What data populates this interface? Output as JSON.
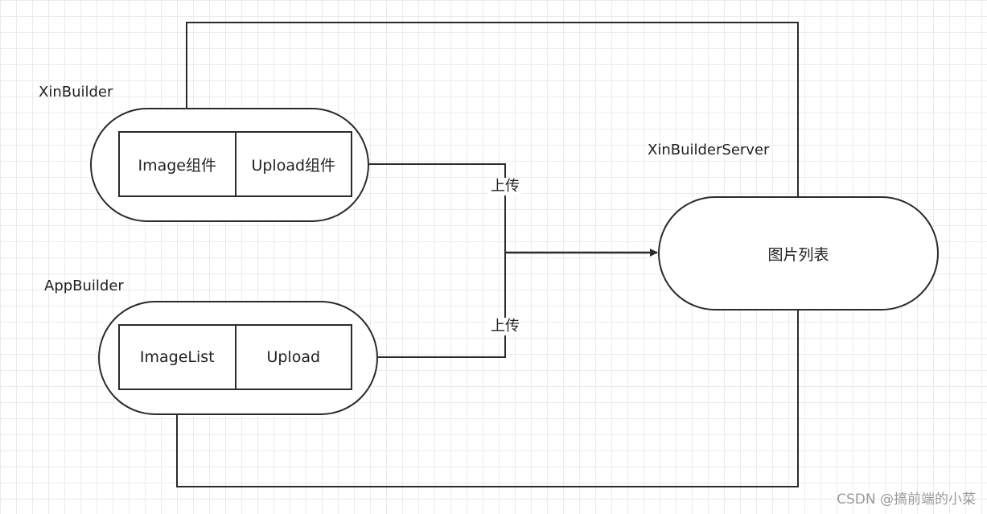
{
  "groups": {
    "xinbuilder": {
      "title": "XinBuilder",
      "left_cell": "Image组件",
      "right_cell": "Upload组件"
    },
    "appbuilder": {
      "title": "AppBuilder",
      "left_cell": "ImageList",
      "right_cell": "Upload"
    }
  },
  "server": {
    "title": "XinBuilderServer",
    "node_label": "图片列表"
  },
  "edges": {
    "upload_top_label": "上传",
    "upload_bottom_label": "上传"
  },
  "watermark": "CSDN @搞前端的小菜"
}
